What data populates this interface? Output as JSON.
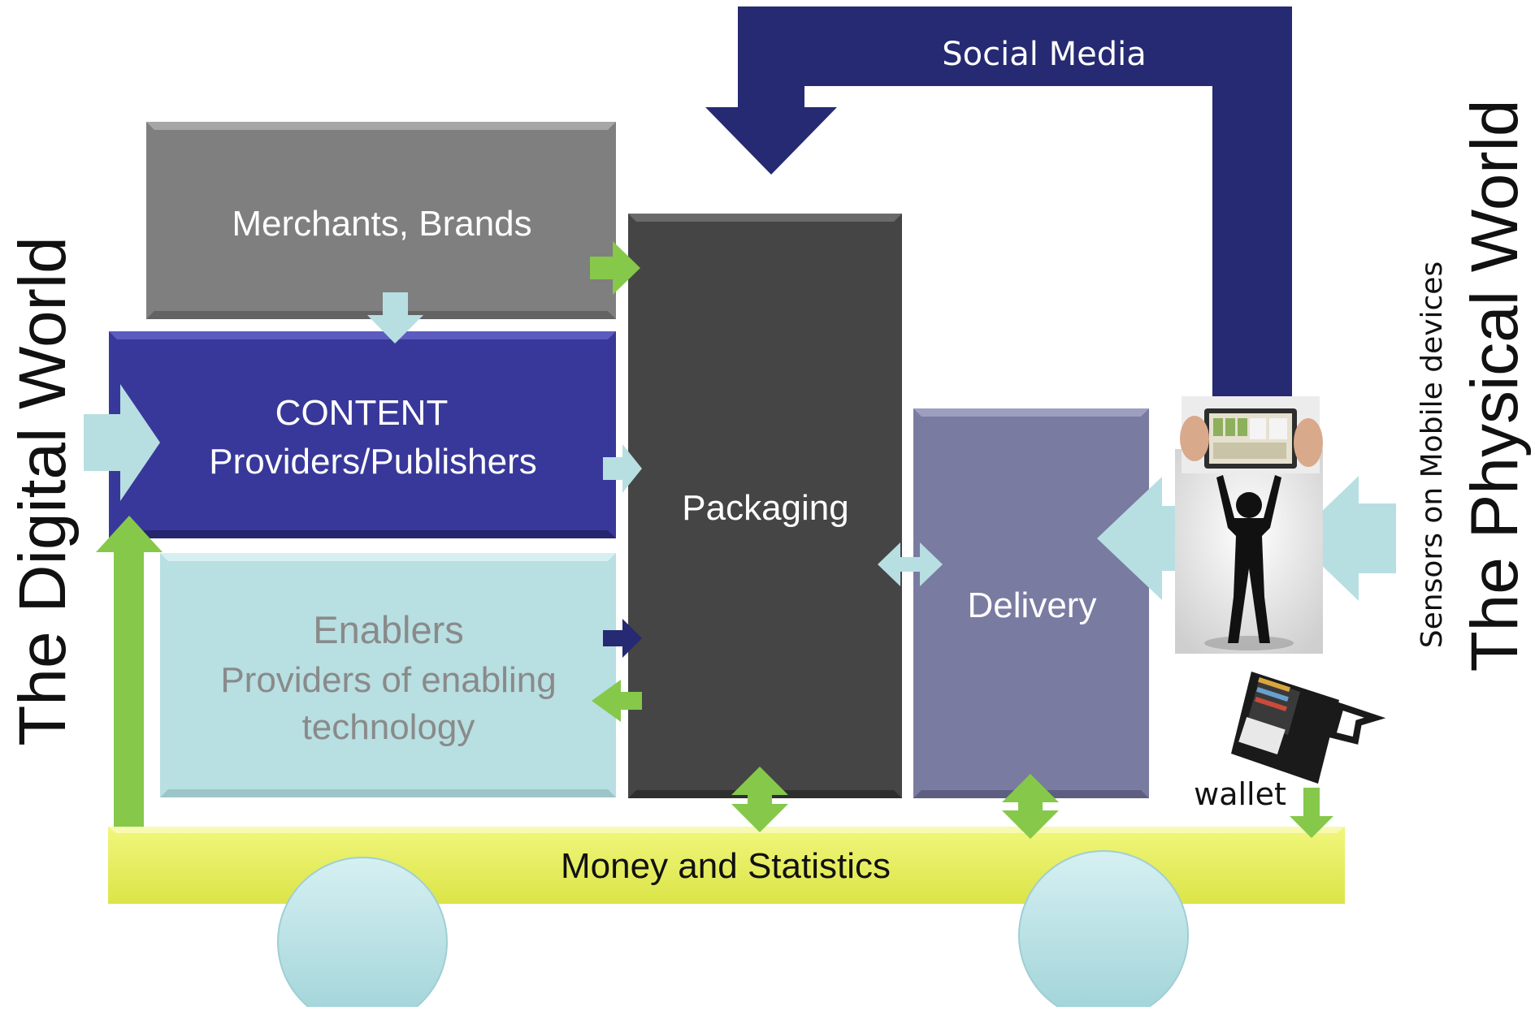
{
  "diagram": {
    "left_title": "The Digital World",
    "right_title": "The Physical World",
    "right_subtitle": "Sensors on Mobile devices",
    "social_media": "Social Media",
    "merchants": "Merchants, Brands",
    "content": {
      "line1": "CONTENT",
      "line2": "Providers/Publishers"
    },
    "enablers": {
      "line1": "Enablers",
      "line2": "Providers of enabling",
      "line3": "technology"
    },
    "packaging": "Packaging",
    "delivery": "Delivery",
    "money": "Money and Statistics",
    "wallet": "wallet",
    "icons": {
      "person": "person-arms-raised-image",
      "tablet": "tablet-hands-image",
      "wallet": "wallet-image"
    },
    "colors": {
      "navy_arrow": "#262a72",
      "merchants": "#7f7f7f",
      "content": "#38389a",
      "enablers": "#b8dfe2",
      "packaging": "#454545",
      "delivery": "#7a7ba1",
      "money_bar": "#e8ef5b",
      "green_arrow": "#86c84a",
      "light_arrow": "#b7dfe2",
      "wheel": "#b7e1e4"
    }
  }
}
